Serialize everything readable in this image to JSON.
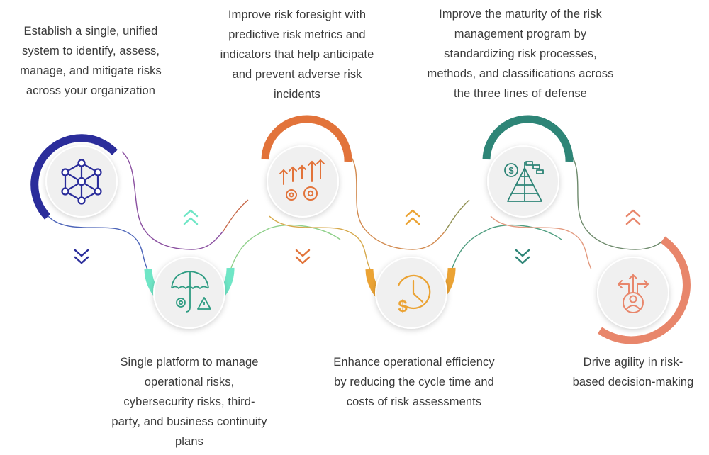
{
  "steps": [
    {
      "id": "unified-system",
      "caption": "Establish a single, unified system to identify, assess, manage, and mitigate risks across your organization",
      "icon": "network-hexagon-icon",
      "color": "#2b2d9b",
      "chevron": "down"
    },
    {
      "id": "single-platform",
      "caption": "Single platform to manage operational risks, cybersecurity risks, third-party, and business continuity plans",
      "icon": "umbrella-gear-warning-icon",
      "color": "#6fe6c6",
      "chevron": "up"
    },
    {
      "id": "risk-foresight",
      "caption": "Improve risk foresight with predictive risk metrics and indicators that help anticipate and prevent adverse risk incidents",
      "icon": "arrows-gears-icon",
      "color": "#e2733a",
      "chevron": "down"
    },
    {
      "id": "operational-efficiency",
      "caption": "Enhance operational efficiency by reducing the cycle time and costs of risk assessments",
      "icon": "dollar-clock-icon",
      "color": "#eba334",
      "chevron": "up"
    },
    {
      "id": "program-maturity",
      "caption": "Improve the maturity of the risk management program by standardizing risk processes, methods, and classifications across the three lines of defense",
      "icon": "dollar-pyramid-icon",
      "color": "#2e8577",
      "chevron": "down"
    },
    {
      "id": "agility",
      "caption": "Drive agility in risk-based decision-making",
      "icon": "person-arrows-icon",
      "color": "#e8866b",
      "chevron": "up"
    }
  ]
}
